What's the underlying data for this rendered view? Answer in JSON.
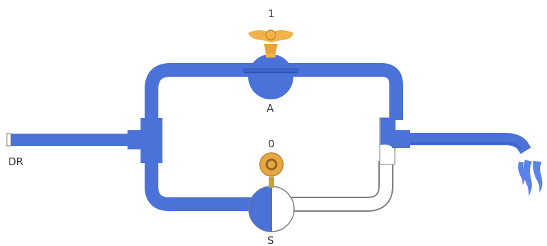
{
  "labels": {
    "valve_top_position": "1",
    "valve_top_name": "A",
    "valve_bottom_position": "0",
    "valve_bottom_name": "S",
    "inlet": "DR"
  },
  "colors": {
    "fluid": "#4a72d8",
    "fluid_dark": "#2e52b8",
    "empty_pipe": "#ffffff",
    "pipe_outline": "#7d7d7d",
    "handle": "#f2b24a",
    "handle_dark": "#c98a2a",
    "label": "#333333"
  },
  "icons": {
    "valve_top_handle": "tap-handle-icon",
    "valve_bottom_handle": "round-knob-icon",
    "outflow": "water-stream-icon"
  }
}
